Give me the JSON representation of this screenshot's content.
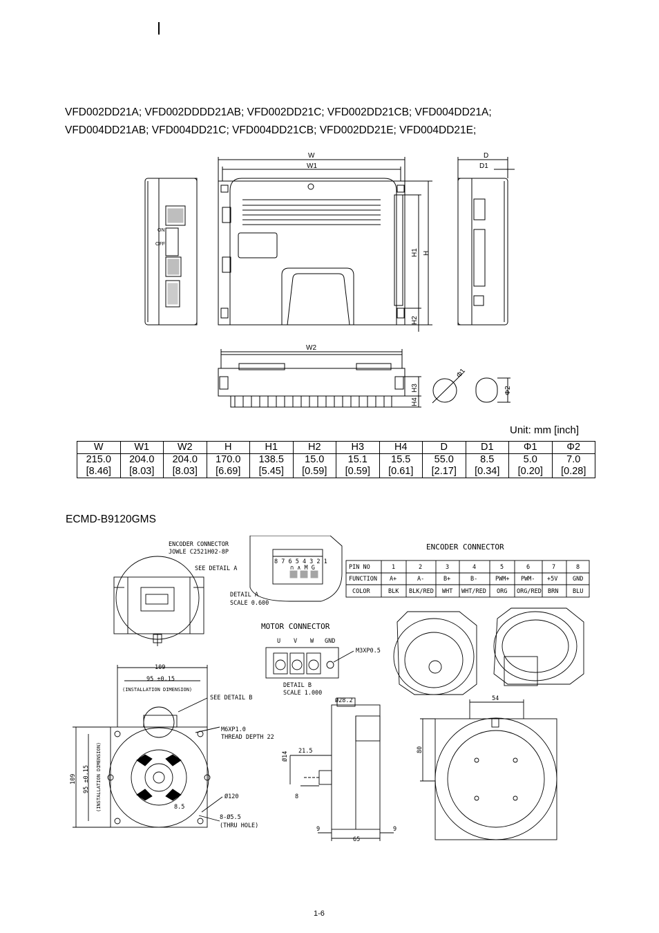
{
  "header": {
    "model_lines": [
      "VFD002DD21A; VFD002DDDD21AB; VFD002DD21C; VFD002DD21CB; VFD004DD21A;",
      "VFD004DD21AB; VFD004DD21C; VFD004DD21CB; VFD002DD21E; VFD004DD21E;"
    ]
  },
  "drive_drawing": {
    "labels": {
      "w": "W",
      "w1": "W1",
      "w2": "W2",
      "h": "H",
      "h1": "H1",
      "h2": "H2",
      "h3": "H3",
      "h4": "H4",
      "d": "D",
      "d1": "D1",
      "phi1": "Φ1",
      "phi2": "Φ2",
      "on": "ON",
      "off": "OFF"
    }
  },
  "unit_label": "Unit:  mm  [inch]",
  "dimension_table": {
    "headers": [
      "W",
      "W1",
      "W2",
      "H",
      "H1",
      "H2",
      "H3",
      "H4",
      "D",
      "D1",
      "Φ1",
      "Φ2"
    ],
    "mm": [
      "215.0",
      "204.0",
      "204.0",
      "170.0",
      "138.5",
      "15.0",
      "15.1",
      "15.5",
      "55.0",
      "8.5",
      "5.0",
      "7.0"
    ],
    "inch": [
      "[8.46]",
      "[8.03]",
      "[8.03]",
      "[6.69]",
      "[5.45]",
      "[0.59]",
      "[0.59]",
      "[0.61]",
      "[2.17]",
      "[0.34]",
      "[0.20]",
      "[0.28]"
    ]
  },
  "motor_title": "ECMD-B9120GMS",
  "motor_drawing": {
    "encoder_connector_note": [
      "ENCODER CONNECTOR",
      "JOWLE C2521H02-8P"
    ],
    "see_detail_a": "SEE DETAIL A",
    "detail_a": [
      "DETAIL  A",
      "SCALE  0.600"
    ],
    "detail_a_pins": "8 7 6 5 4 3 2 1",
    "detail_a_symbols": "∩ ∧ M G",
    "encoder_table": {
      "title": "ENCODER   CONNECTOR",
      "rows": [
        [
          "PIN NO",
          "1",
          "2",
          "3",
          "4",
          "5",
          "6",
          "7",
          "8"
        ],
        [
          "FUNCTION",
          "A+",
          "A-",
          "B+",
          "B-",
          "PWM+",
          "PWM-",
          "+5V",
          "GND"
        ],
        [
          "COLOR",
          "BLK",
          "BLK/RED",
          "WHT",
          "WHT/RED",
          "ORG",
          "ORG/RED",
          "BRN",
          "BLU"
        ]
      ]
    },
    "motor_connector": {
      "title": "MOTOR   CONNECTOR",
      "terminals": [
        "U",
        "V",
        "W",
        "GND"
      ],
      "screw": "M3XP0.5",
      "detail_b": [
        "DETAIL  B",
        "SCALE  1.000"
      ]
    },
    "front": {
      "dim_109_top": "109",
      "dim_95": "95 ±0.15",
      "install_dim": "(INSTALLATION DIMENSION)",
      "see_detail_b": "SEE DETAIL B",
      "thread": [
        "M6XP1.0",
        "THREAD DEPTH 22"
      ],
      "dim_109_side": "109",
      "dim_95_side": "95 ±0.15",
      "install_dim_side": "(INSTALLATION DIMENSION)",
      "phi120": "Ø120",
      "holes": [
        "8-Ø5.5",
        "(THRU HOLE)"
      ],
      "small_dim": "8.5"
    },
    "side": {
      "d28": "Ø28.2",
      "d21": "21.5",
      "d14": "Ø14",
      "d8": "8",
      "d9a": "9",
      "d9b": "9",
      "d65": "65"
    },
    "back": {
      "d54": "54",
      "d80": "80"
    }
  },
  "page_number": "1-6"
}
